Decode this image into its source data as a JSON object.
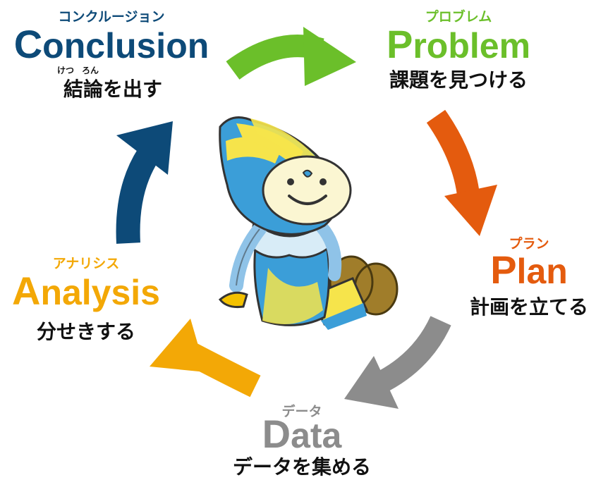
{
  "stages": {
    "conclusion": {
      "kana": "コンクルージョン",
      "first": "C",
      "rest": "onclusion",
      "sub": "結論を出す",
      "furigana_a": "けつ",
      "furigana_b": "ろん",
      "color": "#0d4a78"
    },
    "problem": {
      "kana": "プロブレム",
      "first": "P",
      "rest": "roblem",
      "sub": "課題を見つける",
      "color": "#6bbf2a"
    },
    "plan": {
      "kana": "プラン",
      "first": "P",
      "rest": "lan",
      "sub": "計画を立てる",
      "color": "#e45b0e"
    },
    "data": {
      "kana": "データ",
      "first": "D",
      "rest": "ata",
      "sub": "データを集める",
      "color": "#8c8c8c"
    },
    "analysis": {
      "kana": "アナリシス",
      "first": "A",
      "rest": "nalysis",
      "sub": "分せきする",
      "color": "#f3a806"
    }
  },
  "arrows": {
    "conclusion_to_problem": "#6bbf2a",
    "problem_to_plan": "#e45b0e",
    "plan_to_data": "#8c8c8c",
    "data_to_analysis": "#f3a806",
    "analysis_to_conclusion": "#0d4a78"
  },
  "mascot": {
    "icon": "mascot-character",
    "stripe_blue": "#3b9ed8",
    "stripe_yellow": "#f6e44b",
    "body_blue": "#8fc3e8",
    "boot_brown": "#a07d2a"
  }
}
